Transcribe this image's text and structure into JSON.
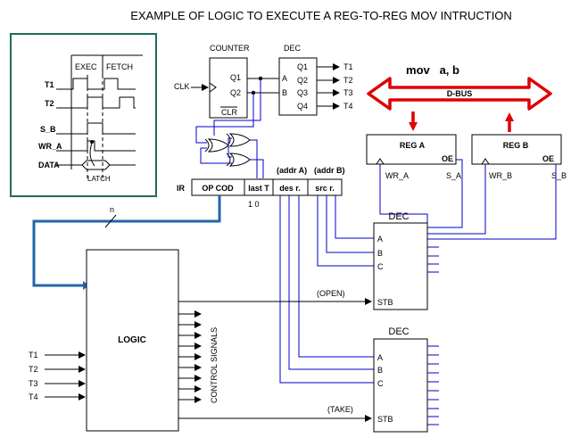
{
  "title": "EXAMPLE OF LOGIC TO EXECUTE A REG-TO-REG MOV INTRUCTION",
  "timing": {
    "phases": [
      "EXEC",
      "FETCH"
    ],
    "signals": [
      "T1",
      "T2",
      "S_B",
      "WR_A",
      "DATA"
    ],
    "latch_label": "LATCH"
  },
  "counter": {
    "title": "COUNTER",
    "q1": "Q1",
    "q2": "Q2",
    "clr": "CLR",
    "clk": "CLK"
  },
  "dec_top": {
    "title": "DEC",
    "in_a": "A",
    "in_b": "B",
    "outs": [
      "Q1",
      "Q2",
      "Q3",
      "Q4"
    ],
    "targets": [
      "T1",
      "T2",
      "T3",
      "T4"
    ]
  },
  "instruction": "mov   a, b",
  "bus_label": "D-BUS",
  "reg_a": {
    "name": "REG A",
    "oe": "OE",
    "wr": "WR_A",
    "s": "S_A"
  },
  "reg_b": {
    "name": "REG B",
    "oe": "OE",
    "wr": "WR_B",
    "s": "S_B"
  },
  "ir": {
    "label": "IR",
    "fields": [
      "OP COD",
      "last T",
      "des r.",
      "src r."
    ],
    "addr_a": "(addr A)",
    "addr_b": "(addr B)",
    "bits": "1  0"
  },
  "bus_n": "n",
  "logic": {
    "label": "LOGIC",
    "inputs": [
      "T1",
      "T2",
      "T3",
      "T4"
    ],
    "control_label": "CONTROL SIGNALS"
  },
  "dec_mid": {
    "title": "DEC",
    "inputs": [
      "A",
      "B",
      "C"
    ],
    "stb": "STB",
    "stb_label": "(OPEN)"
  },
  "dec_low": {
    "title": "DEC",
    "inputs": [
      "A",
      "B",
      "C"
    ],
    "stb": "STB",
    "stb_label": "(TAKE)"
  },
  "colors": {
    "wire": "#0000cc",
    "bus": "#dd0000",
    "panel_border": "#1f6b5e",
    "thick_wire": "#2266aa"
  }
}
